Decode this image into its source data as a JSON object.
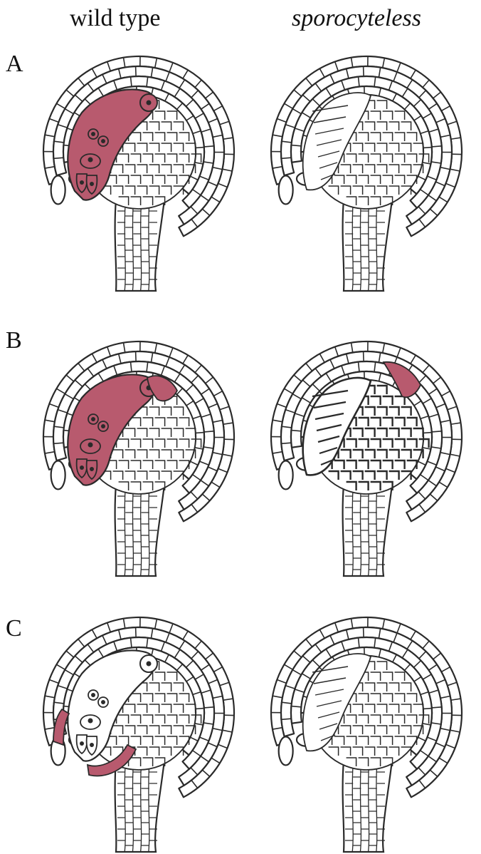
{
  "figure": {
    "columns": [
      {
        "label": "wild type"
      },
      {
        "label": "sporocyteless"
      }
    ],
    "rows": [
      {
        "label": "A",
        "wild_type": {
          "highlight": "embryo-sac"
        },
        "sporocyteless": {
          "highlight": "none"
        }
      },
      {
        "label": "B",
        "wild_type": {
          "highlight": "embryo-sac-and-chalaza"
        },
        "sporocyteless": {
          "highlight": "chalazal-patch"
        }
      },
      {
        "label": "C",
        "wild_type": {
          "highlight": "inner-integument-micropyle"
        },
        "sporocyteless": {
          "highlight": "none"
        }
      }
    ],
    "colors": {
      "highlight": "#b85a6e",
      "line": "#2a2a2a",
      "background": "#ffffff"
    }
  }
}
